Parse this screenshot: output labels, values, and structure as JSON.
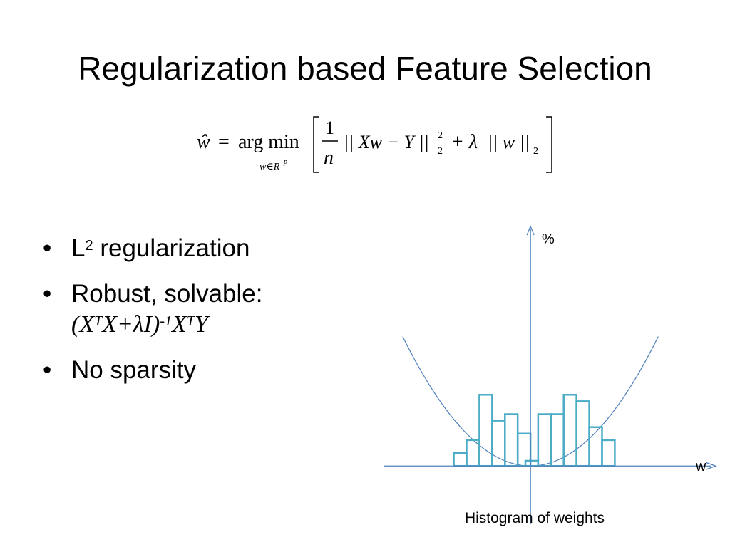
{
  "slide": {
    "title": "Regularization based Feature Selection"
  },
  "formula": {
    "lhs": "ŵ",
    "eq": "=",
    "op": "arg min",
    "sub": "w∈R",
    "sub_sup": "p",
    "frac_num": "1",
    "frac_den": "n",
    "norm1": "|| Xw − Y ||",
    "norm1_sup": "2",
    "norm1_sub": "2",
    "plus": "+ λ",
    "norm2": "|| w ||",
    "norm2_sub": "2"
  },
  "bullets": [
    {
      "text_prefix": "L",
      "sup": "2",
      "text_suffix": " regularization"
    },
    {
      "text": "Robust, solvable:"
    },
    {
      "text": "No sparsity"
    }
  ],
  "solution": {
    "part1": "(X",
    "sup1": "T",
    "part2": "X+λI)",
    "sup2": "-1",
    "part3": "X",
    "sup3": "T",
    "part4": "Y"
  },
  "chart_data": {
    "type": "bar",
    "title": "Histogram of weights",
    "xlabel": "w",
    "ylabel": "%",
    "bins": [
      {
        "x0": -6.0,
        "x1": -5.0,
        "h": 1.0
      },
      {
        "x0": -5.0,
        "x1": -4.0,
        "h": 2.0
      },
      {
        "x0": -4.0,
        "x1": -3.0,
        "h": 5.5
      },
      {
        "x0": -3.0,
        "x1": -2.0,
        "h": 3.5
      },
      {
        "x0": -2.0,
        "x1": -1.0,
        "h": 4.0
      },
      {
        "x0": -1.0,
        "x1": 0.0,
        "h": 2.5
      },
      {
        "x0": -0.4,
        "x1": 0.6,
        "h": 0.4
      },
      {
        "x0": 0.6,
        "x1": 1.6,
        "h": 4.0
      },
      {
        "x0": 1.6,
        "x1": 2.6,
        "h": 4.0
      },
      {
        "x0": 2.6,
        "x1": 3.6,
        "h": 5.5
      },
      {
        "x0": 3.6,
        "x1": 4.6,
        "h": 5.0
      },
      {
        "x0": 4.6,
        "x1": 5.6,
        "h": 3.0
      },
      {
        "x0": 5.6,
        "x1": 6.6,
        "h": 2.0
      }
    ],
    "xlim": [
      -11.5,
      14.5
    ],
    "ylim": [
      -4.5,
      18.5
    ],
    "penalty_curve": "quadratic",
    "colors": {
      "bars": "#4bacc6",
      "axes": "#4f81bd",
      "curve": "#4f81bd"
    }
  }
}
